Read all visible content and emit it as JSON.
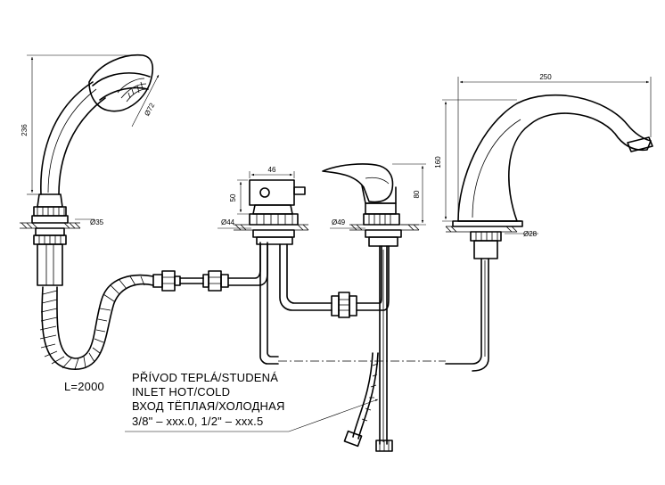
{
  "dimensions": {
    "shower_height": "236",
    "shower_head_dia": "Ø72",
    "shower_base_dia": "Ø35",
    "valve_width": "46",
    "valve_height": "50",
    "valve_base_dia": "Ø44",
    "mixer_base_dia": "Ø49",
    "mixer_height": "80",
    "spout_length": "250",
    "spout_height": "160",
    "spout_base_dia": "Ø28"
  },
  "labels": {
    "hose_length": "L=2000",
    "inlet_line1": "PŘÍVOD TEPLÁ/STUDENÁ",
    "inlet_line2": "INLET HOT/COLD",
    "inlet_line3": "ВХОД ТЁПЛАЯ/ХОЛОДНАЯ",
    "inlet_line4": "3/8\" – xxx.0, 1/2\" – xxx.5"
  }
}
